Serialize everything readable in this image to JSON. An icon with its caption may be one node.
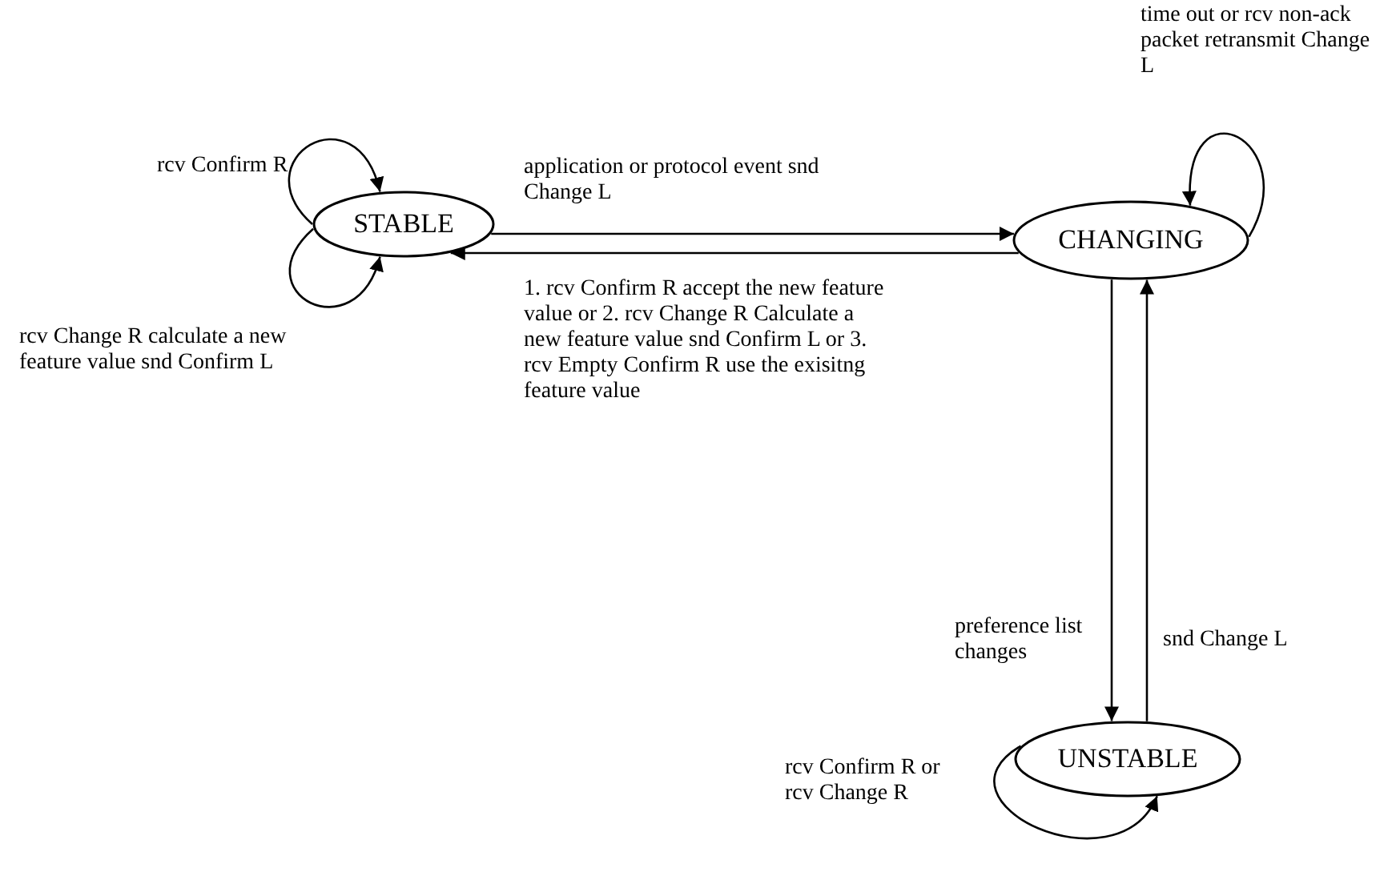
{
  "diagram": {
    "nodes": [
      {
        "text": [
          "STABLE"
        ]
      },
      {
        "text": [
          "CHANGING"
        ]
      },
      {
        "text": [
          "UNSTABLE"
        ]
      }
    ],
    "edges": [
      {
        "from": 0,
        "to": 0,
        "arrow": "to",
        "label": "rcv Confirm R"
      },
      {
        "from": 0,
        "to": 0,
        "arrow": "to",
        "label": "rcv Change R calculate a new feature value snd Confirm L"
      },
      {
        "from": 0,
        "to": 1,
        "arrow": "to",
        "label": "application or protocol event snd Change L"
      },
      {
        "from": 1,
        "to": 0,
        "arrow": "to",
        "label": "1. rcv Confirm R accept the new feature value or 2. rcv Change R Calculate a new feature value snd Confirm L or 3. rcv Empty Confirm R use the exisitng feature value"
      },
      {
        "from": 1,
        "to": 1,
        "arrow": "to",
        "label": "time out or rcv non-ack packet retransmit Change L"
      },
      {
        "from": 1,
        "to": 2,
        "arrow": "to",
        "label": "preference list changes"
      },
      {
        "from": 2,
        "to": 1,
        "arrow": "to",
        "label": "snd Change L"
      },
      {
        "from": 2,
        "to": 2,
        "arrow": "to",
        "label": "rcv Confirm R or rcv Change R"
      }
    ]
  }
}
